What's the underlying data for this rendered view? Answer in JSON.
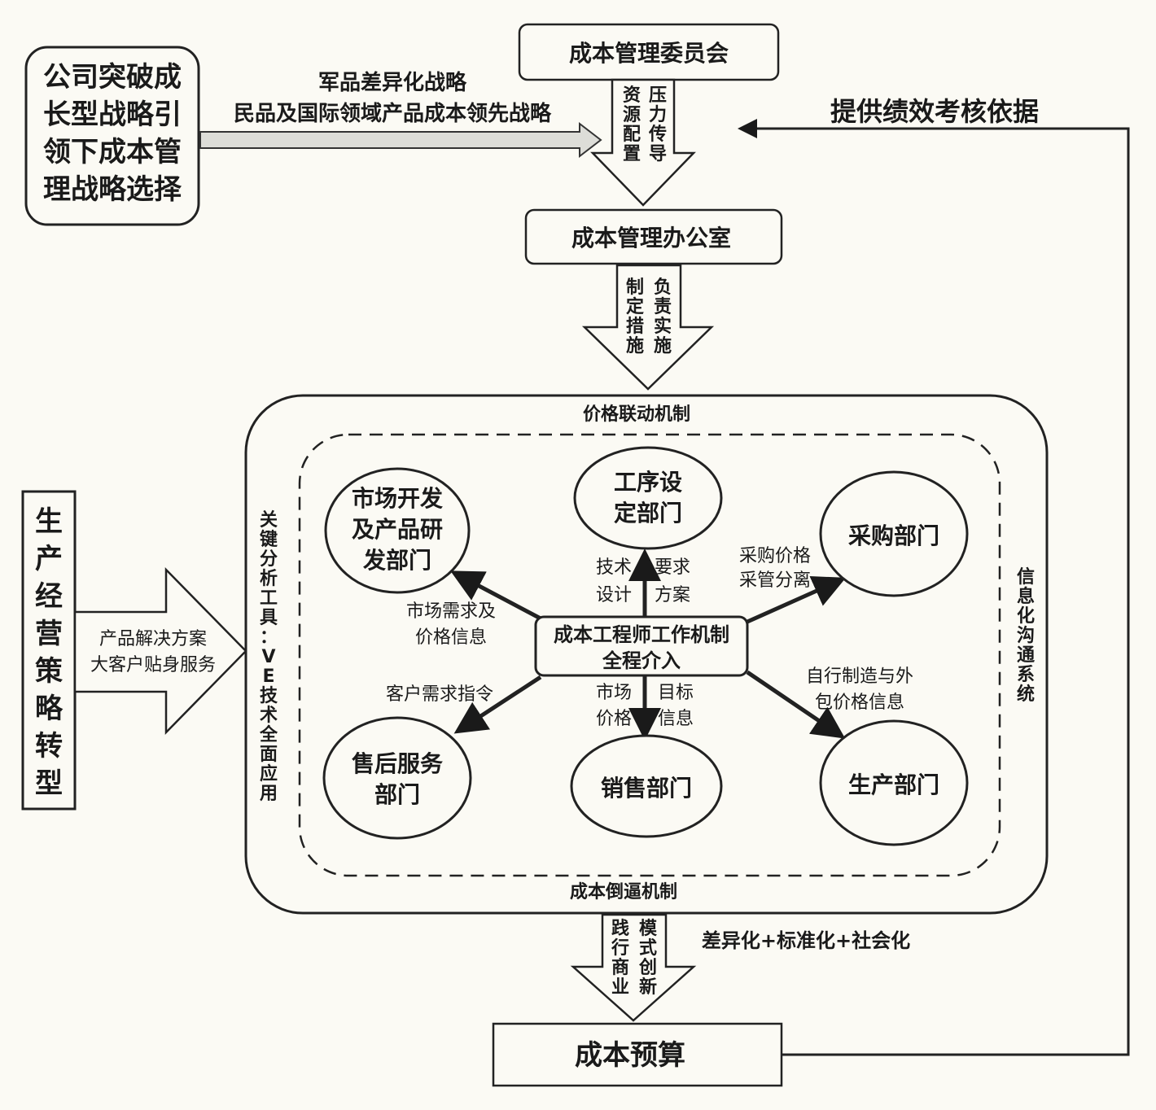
{
  "strategy_box": {
    "lines": [
      "公司突破成",
      "长型战略引",
      "领下成本管",
      "理战略选择"
    ]
  },
  "strategy_arrow": {
    "line1": "军品差异化战略",
    "line2": "民品及国际领域产品成本领先战略"
  },
  "committee": {
    "label": "成本管理委员会"
  },
  "committee_arrow": {
    "col1": "资源配置",
    "col2": "压力传导"
  },
  "office": {
    "label": "成本管理办公室"
  },
  "office_arrow": {
    "col1": "制定措施",
    "col2": "负责实施"
  },
  "feedback": {
    "label": "提供绩效考核依据"
  },
  "transformation_box": {
    "label": "生产经营策略转型"
  },
  "transformation_arrow": {
    "line1": "产品解决方案",
    "line2": "大客户贴身服务"
  },
  "outer": {
    "top_label": "价格联动机制",
    "bottom_label": "成本倒逼机制",
    "left_label": "关键分析工具：VE技术全面应用",
    "right_label": "信息化沟通系统"
  },
  "center": {
    "line1": "成本工程师工作机制",
    "line2": "全程介入"
  },
  "departments": {
    "market_rd": {
      "lines": [
        "市场开发",
        "及产品研",
        "发部门"
      ]
    },
    "process": {
      "lines": [
        "工序设",
        "定部门"
      ]
    },
    "purchase": {
      "lines": [
        "采购部门"
      ]
    },
    "aftersales": {
      "lines": [
        "售后服务",
        "部门"
      ]
    },
    "sales": {
      "lines": [
        "销售部门"
      ]
    },
    "production": {
      "lines": [
        "生产部门"
      ]
    }
  },
  "flows": {
    "to_market_rd": [
      "市场需求及",
      "价格信息"
    ],
    "to_aftersales": [
      "客户需求指令"
    ],
    "to_process_a": [
      "技术",
      "设计"
    ],
    "to_process_b": [
      "要求",
      "方案"
    ],
    "to_purchase": [
      "采购价格",
      "采管分离"
    ],
    "to_production": [
      "自行制造与外",
      "包价格信息"
    ],
    "to_sales_a": [
      "市场",
      "价格"
    ],
    "to_sales_b": [
      "目标",
      "信息"
    ]
  },
  "bottom_arrow": {
    "col1": "践行商业",
    "col2": "模式创新"
  },
  "formula": {
    "label": "差异化+标准化+社会化"
  },
  "budget": {
    "label": "成本预算"
  }
}
